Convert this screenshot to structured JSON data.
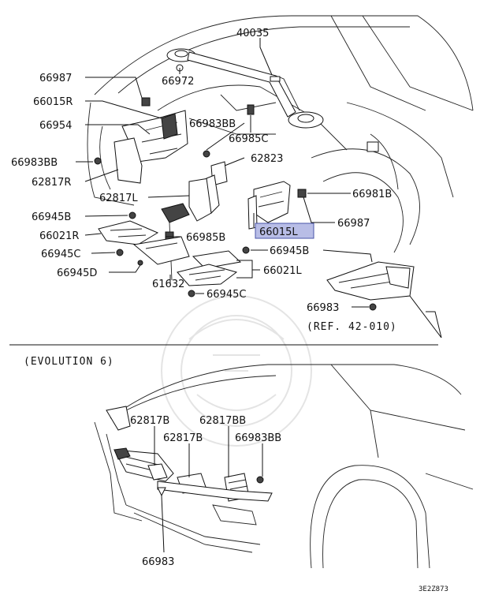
{
  "labels": {
    "p40035": "40035",
    "p66987a": "66987",
    "p66972": "66972",
    "p66015R": "66015R",
    "p66954": "66954",
    "p66983BBa": "66983BB",
    "p66985C": "66985C",
    "p66983BBb": "66983BB",
    "p62823": "62823",
    "p62817R": "62817R",
    "p62817L": "62817L",
    "p66981B": "66981B",
    "p66945Ba": "66945B",
    "p66987b": "66987",
    "p66015L": "66015L",
    "p66021Ra": "66021R",
    "p66985B": "66985B",
    "p66945Ca": "66945C",
    "p66945Bb": "66945B",
    "p66021L": "66021L",
    "p66945D": "66945D",
    "p61632": "61632",
    "p66945Cb": "66945C",
    "p66983a": "66983",
    "ref": "(REF. 42-010)",
    "evo_title": "(EVOLUTION 6)",
    "p62817Ba": "62817B",
    "p62817BB": "62817BB",
    "p62817Bb": "62817B",
    "p66983BBc": "66983BB",
    "p66983b": "66983",
    "code": "3E2Z873"
  },
  "colors": {
    "highlight_fill": "#b8bde6",
    "highlight_stroke": "#4a55a8",
    "line": "#111111"
  },
  "highlighted_part": "66015L"
}
